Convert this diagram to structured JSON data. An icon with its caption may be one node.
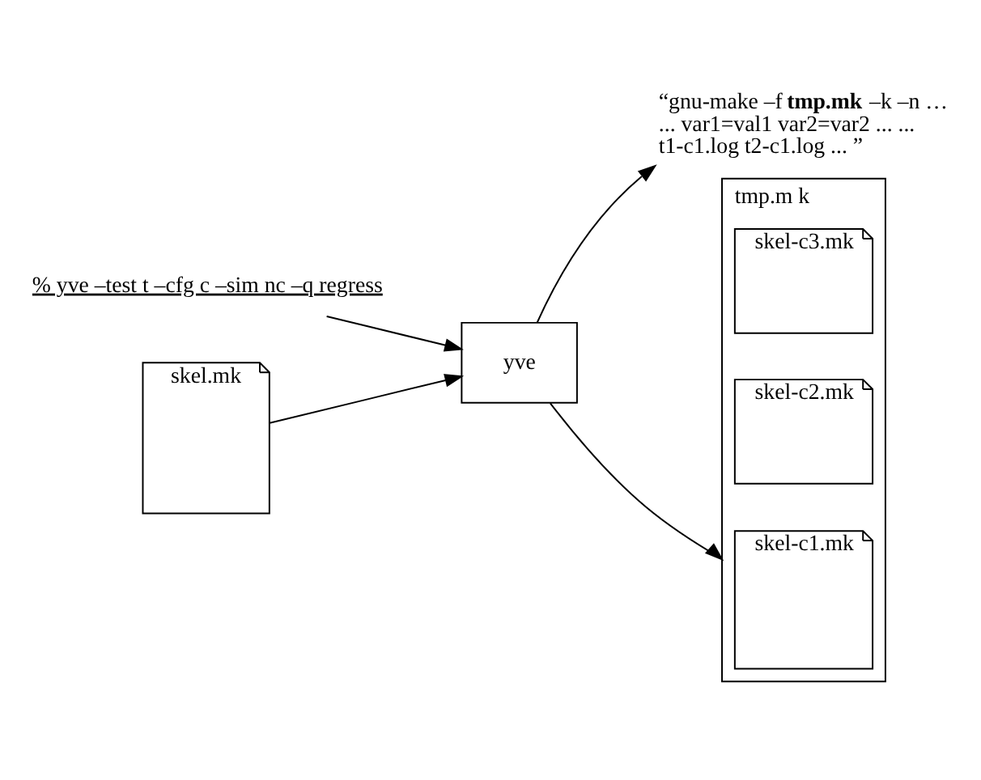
{
  "diagram": {
    "nodes": [
      {
        "text": [
          "% yve –test t –cfg c –sim nc –q regress"
        ]
      },
      {
        "text": [
          "yve"
        ]
      },
      {
        "text": [
          "“gnu-make –f **tmp.mk** –k –n … ... var1=val1 var2=var2 ... ... t1-c1.log t2-c1.log ... ”"
        ]
      },
      {
        "text": [
          "skel.mk"
        ]
      },
      {
        "text": [
          "tmp.m k"
        ]
      },
      {
        "text": [
          "skel-c3.mk"
        ],
        "in": 4
      },
      {
        "text": [
          "skel-c2.mk"
        ],
        "in": 4
      },
      {
        "text": [
          "skel-c1.mk"
        ],
        "in": 4
      }
    ],
    "edges": [
      {
        "from": 0,
        "to": 1,
        "arrow": "to"
      },
      {
        "from": 3,
        "to": 1,
        "arrow": "to"
      },
      {
        "from": 1,
        "to": 2,
        "arrow": "to"
      },
      {
        "from": 1,
        "to": 4,
        "arrow": "to"
      }
    ]
  }
}
